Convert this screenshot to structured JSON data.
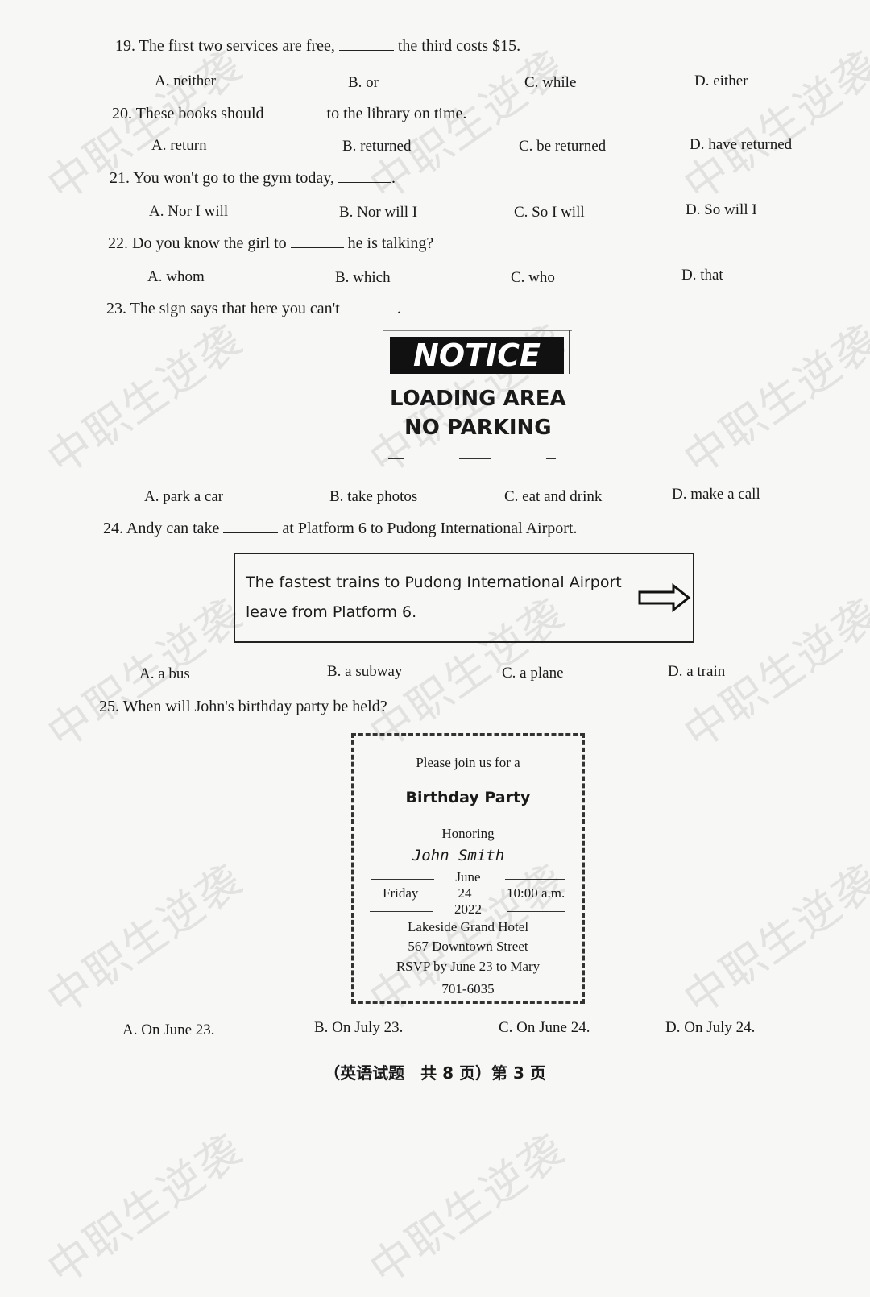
{
  "watermark": "中职生逆袭",
  "questions": {
    "q19": {
      "num": "19.",
      "pre": "The first two services are free,",
      "post": "the third costs $15.",
      "options": [
        "A. neither",
        "B. or",
        "C. while",
        "D. either"
      ]
    },
    "q20": {
      "num": "20.",
      "pre": "These books should",
      "post": "to the library on time.",
      "options": [
        "A. return",
        "B. returned",
        "C. be returned",
        "D. have returned"
      ]
    },
    "q21": {
      "num": "21.",
      "pre": "You won't go to the gym today,",
      "post": ".",
      "options": [
        "A. Nor I will",
        "B. Nor will I",
        "C. So I will",
        "D. So will I"
      ]
    },
    "q22": {
      "num": "22.",
      "pre": "Do you know the girl to",
      "post": "he is talking?",
      "options": [
        "A. whom",
        "B. which",
        "C. who",
        "D. that"
      ]
    },
    "q23": {
      "num": "23.",
      "pre": "The sign says that here you can't",
      "post": ".",
      "options": [
        "A. park a car",
        "B. take photos",
        "C. eat and drink",
        "D. make a call"
      ]
    },
    "q24": {
      "num": "24.",
      "pre": "Andy can take",
      "post": "at Platform 6 to Pudong International Airport.",
      "options": [
        "A. a bus",
        "B. a subway",
        "C. a plane",
        "D. a train"
      ]
    },
    "q25": {
      "num": "25.",
      "text": "When will John's birthday party be held?",
      "options": [
        "A. On June 23.",
        "B. On July 23.",
        "C. On June 24.",
        "D. On July 24."
      ]
    }
  },
  "notice": {
    "header": "NOTICE",
    "line1": "LOADING AREA",
    "line2": "NO PARKING"
  },
  "platform_sign": {
    "line1": "The fastest trains to Pudong International Airport",
    "line2": "leave from Platform 6."
  },
  "invitation": {
    "intro": "Please join us for a",
    "title": "Birthday Party",
    "honoring": "Honoring",
    "name": "John Smith",
    "day": "Friday",
    "month": "June",
    "date": "24",
    "year": "2022",
    "time": "10:00 a.m.",
    "venue": "Lakeside Grand Hotel",
    "address": "567 Downtown Street",
    "rsvp": "RSVP by June 23 to Mary",
    "phone": "701-6035"
  },
  "footer": "（英语试题　共 8 页）第 3 页"
}
